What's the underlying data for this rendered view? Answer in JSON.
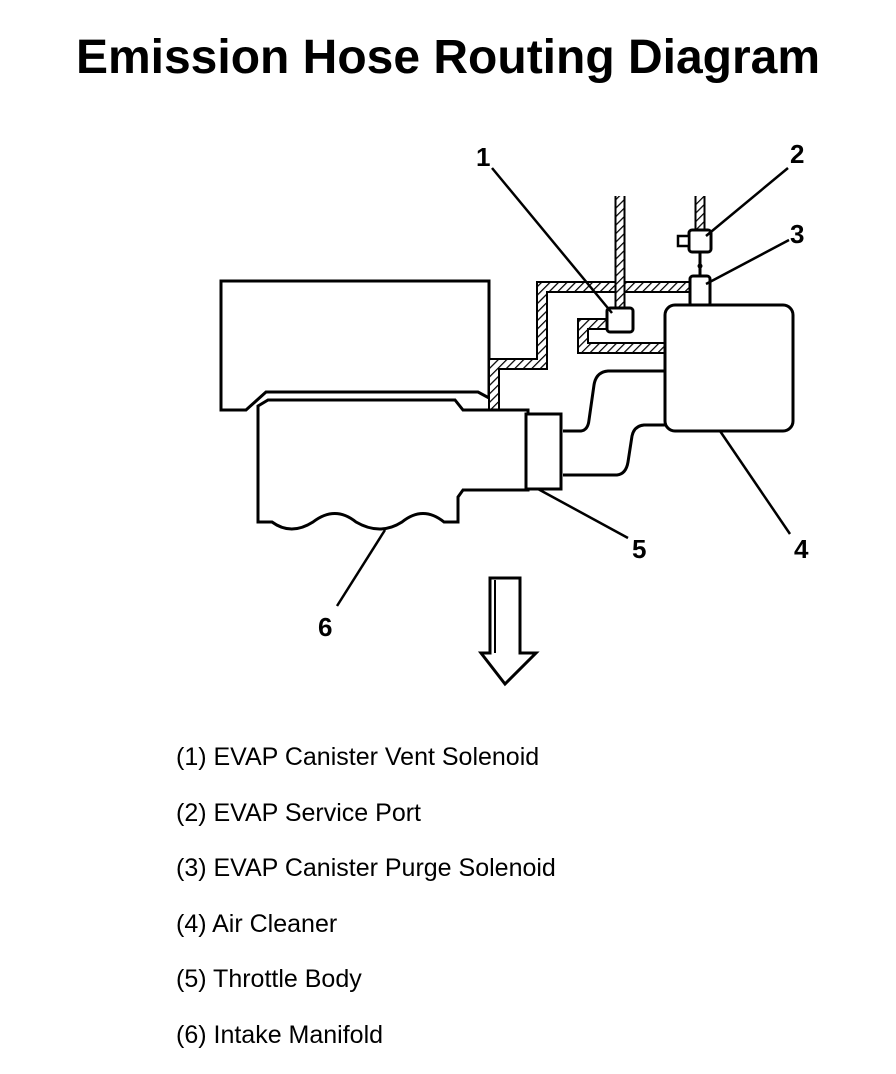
{
  "title": "Emission Hose Routing Diagram",
  "callouts": [
    "1",
    "2",
    "3",
    "4",
    "5",
    "6"
  ],
  "legend": [
    "(1) EVAP Canister Vent Solenoid",
    "(2) EVAP Service Port",
    "(3) EVAP Canister Purge Solenoid",
    "(4) Air Cleaner",
    "(5) Throttle Body",
    "(6) Intake Manifold"
  ],
  "arrow_icon": "down-arrow-icon"
}
